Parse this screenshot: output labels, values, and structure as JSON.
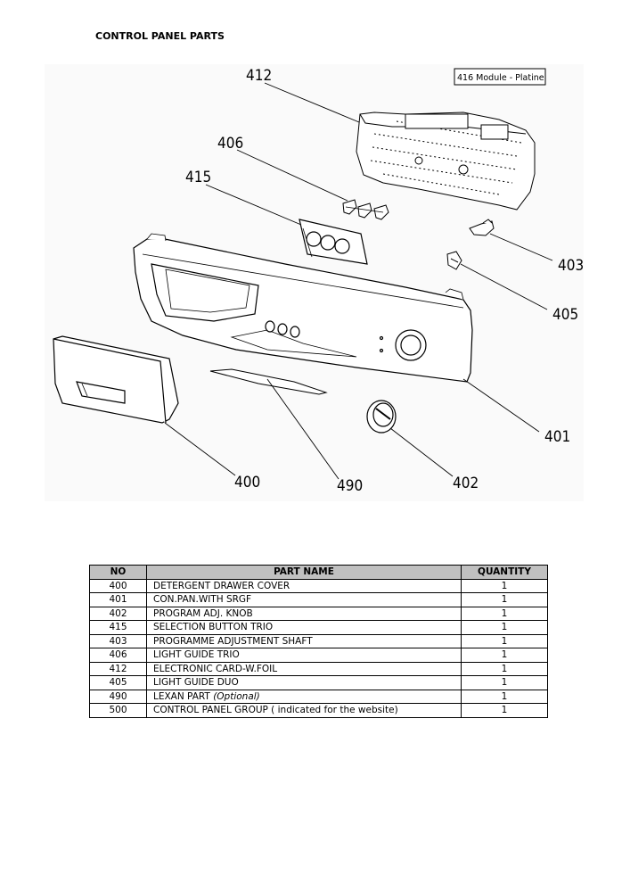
{
  "page": {
    "title": "CONTROL PANEL PARTS"
  },
  "diagram": {
    "module_label": "416 Module - Platine",
    "callouts": {
      "c412": "412",
      "c406": "406",
      "c415": "415",
      "c403": "403",
      "c405": "405",
      "c401": "401",
      "c400": "400",
      "c490": "490",
      "c402": "402"
    }
  },
  "table": {
    "headers": {
      "no": "NO",
      "name": "PART NAME",
      "qty": "QUANTITY"
    },
    "rows": [
      {
        "no": "400",
        "name": "DETERGENT DRAWER COVER",
        "note": "",
        "qty": "1"
      },
      {
        "no": "401",
        "name": "CON.PAN.WITH SRGF",
        "note": "",
        "qty": "1"
      },
      {
        "no": "402",
        "name": "PROGRAM ADJ. KNOB",
        "note": "",
        "qty": "1"
      },
      {
        "no": "415",
        "name": "SELECTION BUTTON TRIO",
        "note": "",
        "qty": "1"
      },
      {
        "no": "403",
        "name": "PROGRAMME ADJUSTMENT  SHAFT",
        "note": "",
        "qty": "1"
      },
      {
        "no": "406",
        "name": "LIGHT GUIDE TRIO",
        "note": "",
        "qty": "1"
      },
      {
        "no": "412",
        "name": "ELECTRONIC CARD-W.FOIL",
        "note": "",
        "qty": "1"
      },
      {
        "no": "405",
        "name": "LIGHT GUIDE DUO",
        "note": "",
        "qty": "1"
      },
      {
        "no": "490",
        "name": "LEXAN PART ",
        "note": "(Optional)",
        "qty": "1"
      },
      {
        "no": "500",
        "name": "CONTROL PANEL GROUP ( indicated for the website)",
        "note": "",
        "qty": "1"
      }
    ]
  }
}
